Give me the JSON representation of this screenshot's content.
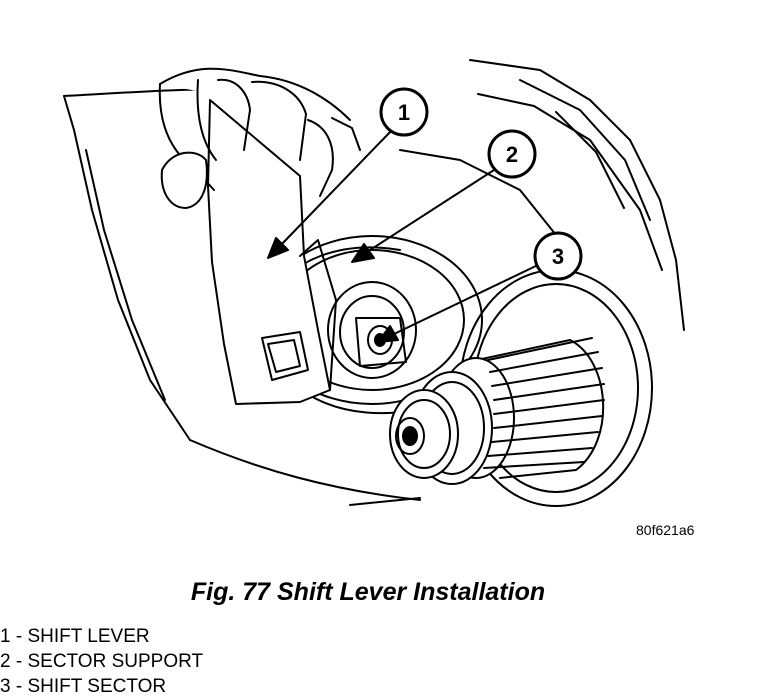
{
  "figure": {
    "code": "80f621a6",
    "caption": "Fig. 77 Shift Lever Installation",
    "callouts": [
      {
        "number": "1"
      },
      {
        "number": "2"
      },
      {
        "number": "3"
      }
    ]
  },
  "legend": [
    {
      "number": "1",
      "separator": " - ",
      "text": "SHIFT LEVER"
    },
    {
      "number": "2",
      "separator": " - ",
      "text": "SECTOR SUPPORT"
    },
    {
      "number": "3",
      "separator": " - ",
      "text": "SHIFT SECTOR"
    }
  ]
}
